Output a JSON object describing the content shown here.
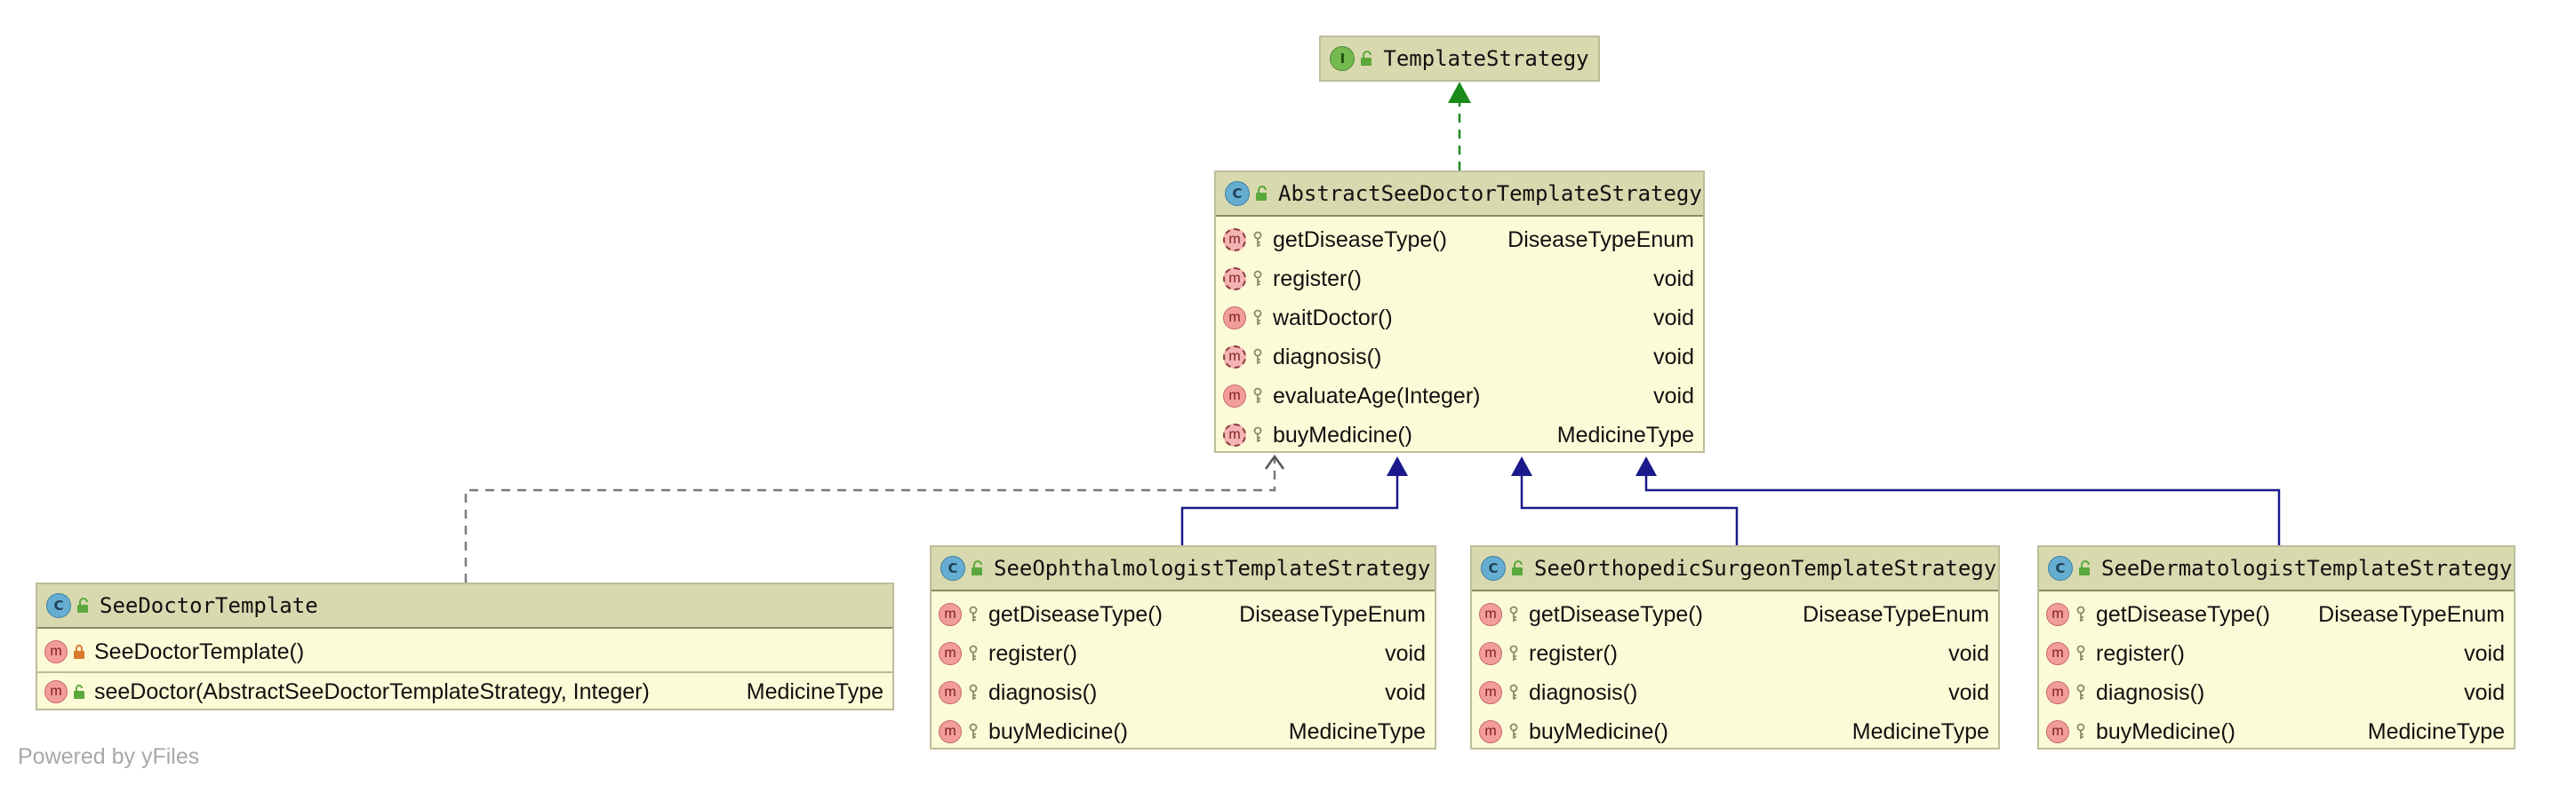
{
  "diagram": {
    "nodes": {
      "template_strategy": {
        "kind": "I",
        "kind_icon": "interface-icon",
        "name": "TemplateStrategy",
        "members": []
      },
      "abstract_strategy": {
        "kind": "C",
        "kind_icon": "class-icon",
        "name": "AbstractSeeDoctorTemplateStrategy",
        "members": [
          {
            "icon": "method-icon",
            "abstract": true,
            "name": "getDiseaseType()",
            "type": "DiseaseTypeEnum"
          },
          {
            "icon": "method-icon",
            "abstract": true,
            "name": "register()",
            "type": "void"
          },
          {
            "icon": "method-icon",
            "abstract": false,
            "name": "waitDoctor()",
            "type": "void"
          },
          {
            "icon": "method-icon",
            "abstract": true,
            "name": "diagnosis()",
            "type": "void"
          },
          {
            "icon": "method-icon",
            "abstract": false,
            "name": "evaluateAge(Integer)",
            "type": "void"
          },
          {
            "icon": "method-icon",
            "abstract": true,
            "name": "buyMedicine()",
            "type": "MedicineType"
          }
        ]
      },
      "see_doctor_template": {
        "kind": "C",
        "kind_icon": "class-icon",
        "name": "SeeDoctorTemplate",
        "members": [
          {
            "icon": "method-icon",
            "name": "SeeDoctorTemplate()",
            "type": ""
          },
          {
            "icon": "method-icon",
            "name": "seeDoctor(AbstractSeeDoctorTemplateStrategy, Integer)",
            "type": "MedicineType"
          }
        ]
      },
      "ophthalmologist": {
        "kind": "C",
        "kind_icon": "class-icon",
        "name": "SeeOphthalmologistTemplateStrategy",
        "members": [
          {
            "icon": "method-icon",
            "name": "getDiseaseType()",
            "type": "DiseaseTypeEnum"
          },
          {
            "icon": "method-icon",
            "name": "register()",
            "type": "void"
          },
          {
            "icon": "method-icon",
            "name": "diagnosis()",
            "type": "void"
          },
          {
            "icon": "method-icon",
            "name": "buyMedicine()",
            "type": "MedicineType"
          }
        ]
      },
      "orthopedic": {
        "kind": "C",
        "kind_icon": "class-icon",
        "name": "SeeOrthopedicSurgeonTemplateStrategy",
        "members": [
          {
            "icon": "method-icon",
            "name": "getDiseaseType()",
            "type": "DiseaseTypeEnum"
          },
          {
            "icon": "method-icon",
            "name": "register()",
            "type": "void"
          },
          {
            "icon": "method-icon",
            "name": "diagnosis()",
            "type": "void"
          },
          {
            "icon": "method-icon",
            "name": "buyMedicine()",
            "type": "MedicineType"
          }
        ]
      },
      "dermatologist": {
        "kind": "C",
        "kind_icon": "class-icon",
        "name": "SeeDermatologistTemplateStrategy",
        "members": [
          {
            "icon": "method-icon",
            "name": "getDiseaseType()",
            "type": "DiseaseTypeEnum"
          },
          {
            "icon": "method-icon",
            "name": "register()",
            "type": "void"
          },
          {
            "icon": "method-icon",
            "name": "diagnosis()",
            "type": "void"
          },
          {
            "icon": "method-icon",
            "name": "buyMedicine()",
            "type": "MedicineType"
          }
        ]
      }
    },
    "edges": [
      {
        "from": "abstract_strategy",
        "to": "template_strategy",
        "relation": "implements",
        "color": "#1a8a1a"
      },
      {
        "from": "see_doctor_template",
        "to": "abstract_strategy",
        "relation": "dependency",
        "color": "#7a7a7a"
      },
      {
        "from": "ophthalmologist",
        "to": "abstract_strategy",
        "relation": "extends",
        "color": "#1a1a8c"
      },
      {
        "from": "orthopedic",
        "to": "abstract_strategy",
        "relation": "extends",
        "color": "#1a1a8c"
      },
      {
        "from": "dermatologist",
        "to": "abstract_strategy",
        "relation": "extends",
        "color": "#1a1a8c"
      }
    ]
  },
  "watermark": "Powered by yFiles",
  "colors": {
    "node_fill": "#fbfbd7",
    "node_header": "#d9d9b0",
    "node_border": "#bdbd9a",
    "implements": "#1a8a1a",
    "extends": "#1a1a8c",
    "dependency": "#7a7a7a"
  }
}
